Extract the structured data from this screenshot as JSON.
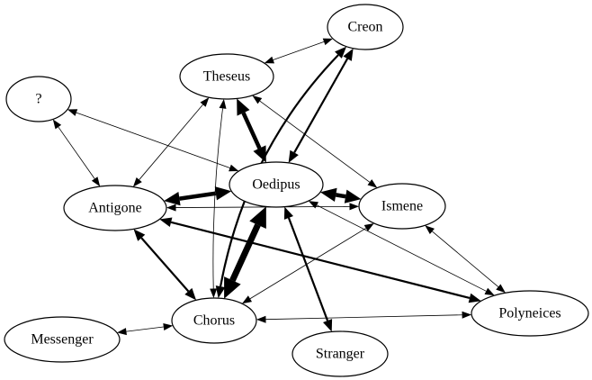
{
  "graph": {
    "nodes": [
      {
        "id": "creon",
        "label": "Creon"
      },
      {
        "id": "theseus",
        "label": "Theseus"
      },
      {
        "id": "unknown",
        "label": "?"
      },
      {
        "id": "oedipus",
        "label": "Oedipus"
      },
      {
        "id": "antigone",
        "label": "Antigone"
      },
      {
        "id": "ismene",
        "label": "Ismene"
      },
      {
        "id": "chorus",
        "label": "Chorus"
      },
      {
        "id": "polyneices",
        "label": "Polyneices"
      },
      {
        "id": "messenger",
        "label": "Messenger"
      },
      {
        "id": "stranger",
        "label": "Stranger"
      }
    ],
    "edges": [
      {
        "from": "theseus",
        "to": "creon",
        "weight": 1
      },
      {
        "from": "oedipus",
        "to": "creon",
        "weight": 2
      },
      {
        "from": "chorus",
        "to": "creon",
        "weight": 2
      },
      {
        "from": "theseus",
        "to": "oedipus",
        "weight": 4
      },
      {
        "from": "theseus",
        "to": "antigone",
        "weight": 1
      },
      {
        "from": "theseus",
        "to": "ismene",
        "weight": 1
      },
      {
        "from": "theseus",
        "to": "chorus",
        "weight": 1
      },
      {
        "from": "unknown",
        "to": "oedipus",
        "weight": 1
      },
      {
        "from": "unknown",
        "to": "antigone",
        "weight": 1
      },
      {
        "from": "antigone",
        "to": "oedipus",
        "weight": 4
      },
      {
        "from": "oedipus",
        "to": "ismene",
        "weight": 4
      },
      {
        "from": "antigone",
        "to": "ismene",
        "weight": 1
      },
      {
        "from": "oedipus",
        "to": "chorus",
        "weight": 6
      },
      {
        "from": "oedipus",
        "to": "stranger",
        "weight": 2
      },
      {
        "from": "oedipus",
        "to": "polyneices",
        "weight": 1
      },
      {
        "from": "antigone",
        "to": "chorus",
        "weight": 2
      },
      {
        "from": "antigone",
        "to": "polyneices",
        "weight": 2
      },
      {
        "from": "ismene",
        "to": "chorus",
        "weight": 1
      },
      {
        "from": "ismene",
        "to": "polyneices",
        "weight": 1
      },
      {
        "from": "chorus",
        "to": "polyneices",
        "weight": 1
      },
      {
        "from": "messenger",
        "to": "chorus",
        "weight": 1
      }
    ]
  }
}
